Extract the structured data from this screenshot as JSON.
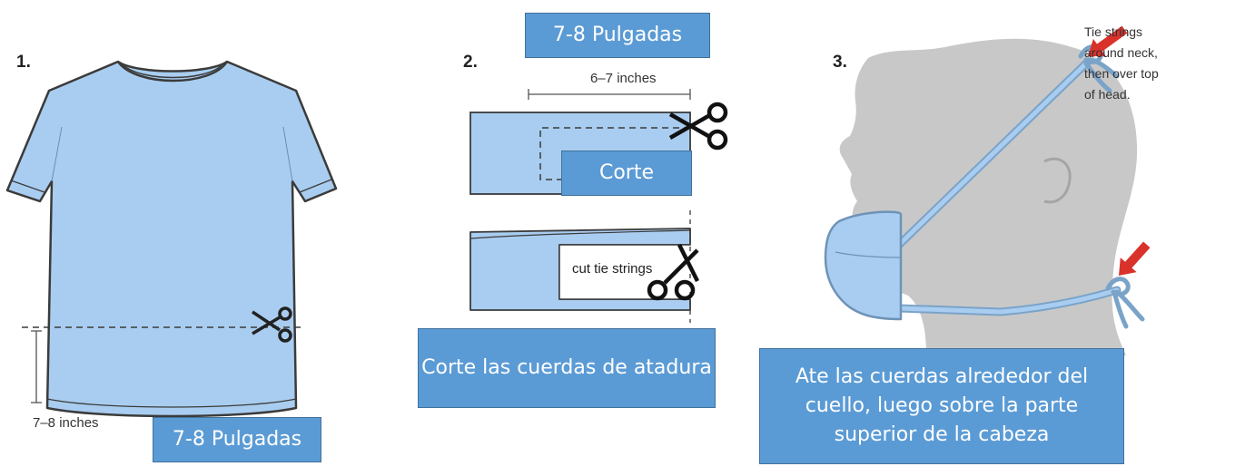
{
  "colors": {
    "fabric": "#a9cdf0",
    "outline": "#3b3b3b",
    "callout_fill": "#5b9bd5",
    "callout_border": "#41719c",
    "head": "#c8c8c8",
    "arrow": "#d9322b"
  },
  "steps": [
    {
      "number": "1.",
      "figure_labels": [
        "7–8 inches"
      ],
      "callouts": [
        "7-8 Pulgadas"
      ],
      "icons": [
        "t-shirt",
        "scissors-icon",
        "dimension-bracket"
      ]
    },
    {
      "number": "2.",
      "figure_labels": [
        "6–7 inches",
        "cut tie strings"
      ],
      "callouts": [
        "7-8 Pulgadas",
        "Corte",
        "Corte las cuerdas de atadura"
      ],
      "icons": [
        "fabric-strip",
        "scissors-icon"
      ]
    },
    {
      "number": "3.",
      "figure_labels": [
        "Tie strings",
        "around neck,",
        "then over top",
        "of head."
      ],
      "callouts": [
        "Ate las cuerdas alrededor del cuello, luego sobre la parte superior de la cabeza"
      ],
      "icons": [
        "head-silhouette",
        "mask",
        "red-arrow-icon"
      ]
    }
  ]
}
